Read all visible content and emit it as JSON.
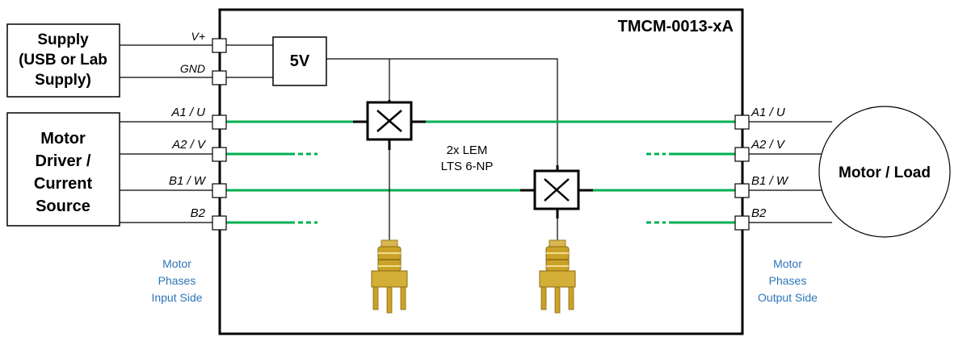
{
  "title": "TMCM-0013-xA",
  "supply": {
    "line1": "Supply",
    "line2": "(USB or Lab",
    "line3": "Supply)"
  },
  "driver": {
    "line1": "Motor",
    "line2": "Driver /",
    "line3": "Current",
    "line4": "Source"
  },
  "load": {
    "label": "Motor / Load"
  },
  "regulator": {
    "label": "5V"
  },
  "power_pins": [
    "V+",
    "GND"
  ],
  "input_pins": [
    "A1 / U",
    "A2 / V",
    "B1 / W",
    "B2"
  ],
  "output_pins": [
    "A1 / U",
    "A2 / V",
    "B1 / W",
    "B2"
  ],
  "sensor": {
    "line1": "2x LEM",
    "line2": "LTS 6-NP"
  },
  "input_side": {
    "line1": "Motor",
    "line2": "Phases",
    "line3": "Input Side"
  },
  "output_side": {
    "line1": "Motor",
    "line2": "Phases",
    "line3": "Output Side"
  },
  "colors": {
    "trace": "#00b050",
    "caption": "#2e75b6",
    "line": "#000000",
    "gold": "#c9a227"
  }
}
